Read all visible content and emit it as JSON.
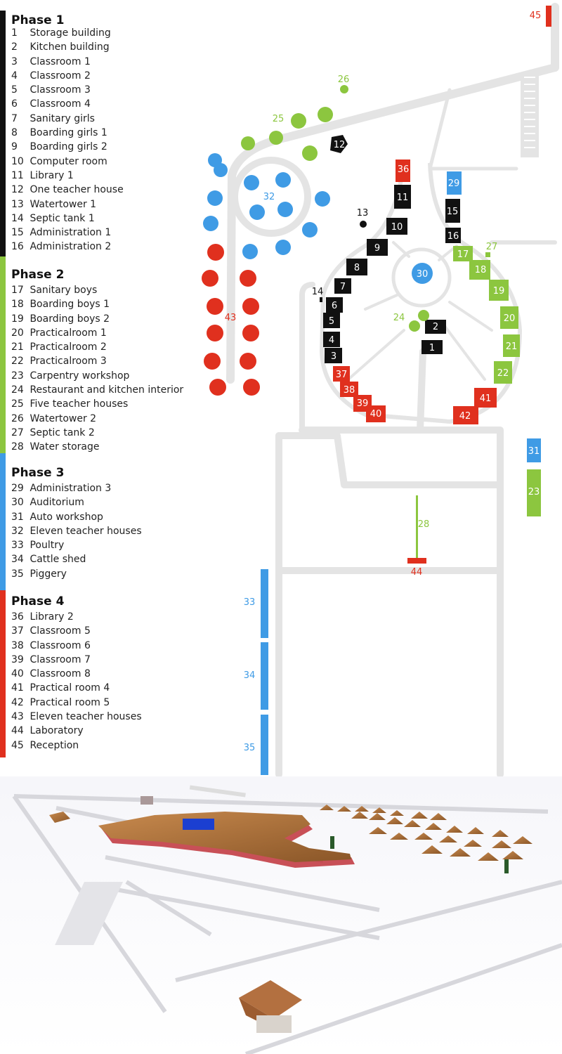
{
  "colors": {
    "phase1": "#111111",
    "phase2": "#8cc63f",
    "phase3": "#3f9be5",
    "phase4": "#e0301e",
    "road": "#e4e4e4"
  },
  "phases": [
    {
      "title": "Phase 1",
      "color": "#111111",
      "items": [
        {
          "n": "1",
          "label": "Storage building"
        },
        {
          "n": "2",
          "label": "Kitchen building"
        },
        {
          "n": "3",
          "label": "Classroom 1"
        },
        {
          "n": "4",
          "label": "Classroom 2"
        },
        {
          "n": "5",
          "label": "Classroom 3"
        },
        {
          "n": "6",
          "label": "Classroom 4"
        },
        {
          "n": "7",
          "label": "Sanitary girls"
        },
        {
          "n": "8",
          "label": "Boarding girls 1"
        },
        {
          "n": "9",
          "label": "Boarding girls 2"
        },
        {
          "n": "10",
          "label": "Computer room"
        },
        {
          "n": "11",
          "label": "Library 1"
        },
        {
          "n": "12",
          "label": "One teacher house"
        },
        {
          "n": "13",
          "label": "Watertower 1"
        },
        {
          "n": "14",
          "label": "Septic tank 1"
        },
        {
          "n": "15",
          "label": "Administration 1"
        },
        {
          "n": "16",
          "label": "Administration 2"
        }
      ]
    },
    {
      "title": "Phase 2",
      "color": "#8cc63f",
      "items": [
        {
          "n": "17",
          "label": "Sanitary boys"
        },
        {
          "n": "18",
          "label": "Boarding boys 1"
        },
        {
          "n": "19",
          "label": "Boarding boys 2"
        },
        {
          "n": "20",
          "label": "Practicalroom 1"
        },
        {
          "n": "21",
          "label": "Practicalroom 2"
        },
        {
          "n": "22",
          "label": "Practicalroom 3"
        },
        {
          "n": "23",
          "label": "Carpentry workshop"
        },
        {
          "n": "24",
          "label": "Restaurant and kitchen interior"
        },
        {
          "n": "25",
          "label": "Five teacher houses"
        },
        {
          "n": "26",
          "label": "Watertower 2"
        },
        {
          "n": "27",
          "label": "Septic tank 2"
        },
        {
          "n": "28",
          "label": "Water storage"
        }
      ]
    },
    {
      "title": "Phase 3",
      "color": "#3f9be5",
      "items": [
        {
          "n": "29",
          "label": "Administration 3"
        },
        {
          "n": "30",
          "label": "Auditorium"
        },
        {
          "n": "31",
          "label": "Auto workshop"
        },
        {
          "n": "32",
          "label": "Eleven teacher houses"
        },
        {
          "n": "33",
          "label": "Poultry"
        },
        {
          "n": "34",
          "label": "Cattle shed"
        },
        {
          "n": "35",
          "label": "Piggery"
        }
      ]
    },
    {
      "title": "Phase 4",
      "color": "#e0301e",
      "items": [
        {
          "n": "36",
          "label": "Library 2"
        },
        {
          "n": "37",
          "label": "Classroom 5"
        },
        {
          "n": "38",
          "label": "Classroom 6"
        },
        {
          "n": "39",
          "label": "Classroom 7"
        },
        {
          "n": "40",
          "label": "Classroom 8"
        },
        {
          "n": "41",
          "label": "Practical room 4"
        },
        {
          "n": "42",
          "label": "Practical room 5"
        },
        {
          "n": "43",
          "label": "Eleven teacher houses"
        },
        {
          "n": "44",
          "label": "Laboratory"
        },
        {
          "n": "45",
          "label": "Reception"
        }
      ]
    }
  ],
  "map_labels": {
    "b1": "1",
    "b2": "2",
    "b3": "3",
    "b4": "4",
    "b5": "5",
    "b6": "6",
    "b7": "7",
    "b8": "8",
    "b9": "9",
    "b10": "10",
    "b11": "11",
    "b12": "12",
    "b13": "13",
    "b14": "14",
    "b15": "15",
    "b16": "16",
    "b17": "17",
    "b18": "18",
    "b19": "19",
    "b20": "20",
    "b21": "21",
    "b22": "22",
    "b23": "23",
    "b24": "24",
    "b25": "25",
    "b26": "26",
    "b27": "27",
    "b28": "28",
    "b29": "29",
    "b30": "30",
    "b31": "31",
    "b32": "32",
    "b33": "33",
    "b34": "34",
    "b35": "35",
    "b36": "36",
    "b37": "37",
    "b38": "38",
    "b39": "39",
    "b40": "40",
    "b41": "41",
    "b42": "42",
    "b43": "43",
    "b44": "44",
    "b45": "45"
  }
}
